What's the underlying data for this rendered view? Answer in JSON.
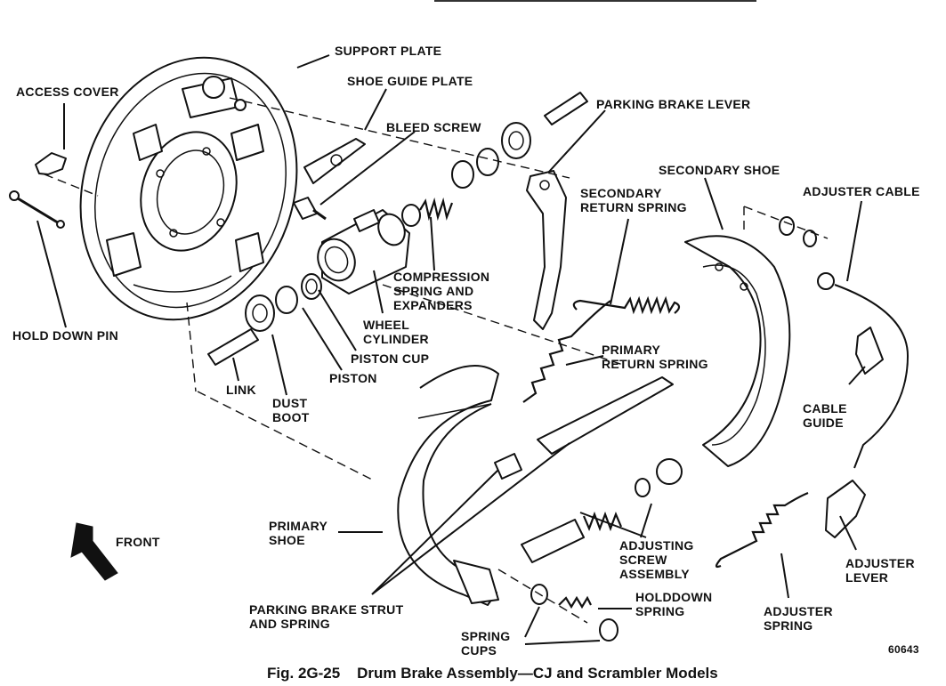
{
  "labels": {
    "support_plate": "SUPPORT PLATE",
    "access_cover": "ACCESS COVER",
    "shoe_guide_plate": "SHOE GUIDE PLATE",
    "bleed_screw": "BLEED SCREW",
    "parking_brake_lever": "PARKING BRAKE LEVER",
    "secondary_shoe": "SECONDARY SHOE",
    "adjuster_cable": "ADJUSTER CABLE",
    "secondary_return_spring": [
      "SECONDARY",
      "RETURN SPRING"
    ],
    "compression_spring": [
      "COMPRESSION",
      "SPRING AND",
      "EXPANDERS"
    ],
    "wheel_cylinder": [
      "WHEEL",
      "CYLINDER"
    ],
    "primary_return_spring": [
      "PRIMARY",
      "RETURN SPRING"
    ],
    "hold_down_pin": "HOLD DOWN PIN",
    "piston_cup": "PISTON CUP",
    "piston": "PISTON",
    "link": "LINK",
    "dust_boot": [
      "DUST",
      "BOOT"
    ],
    "cable_guide": [
      "CABLE",
      "GUIDE"
    ],
    "front": "FRONT",
    "primary_shoe": [
      "PRIMARY",
      "SHOE"
    ],
    "adjusting_screw": [
      "ADJUSTING",
      "SCREW",
      "ASSEMBLY"
    ],
    "adjuster_lever": [
      "ADJUSTER",
      "LEVER"
    ],
    "holddown_spring": [
      "HOLDDOWN",
      "SPRING"
    ],
    "parking_brake_strut": [
      "PARKING BRAKE STRUT",
      "AND SPRING"
    ],
    "adjuster_spring": [
      "ADJUSTER",
      "SPRING"
    ],
    "spring_cups": [
      "SPRING",
      "CUPS"
    ]
  },
  "figure_number": "60643",
  "caption": "Fig. 2G-25    Drum Brake Assembly—CJ and Scrambler Models"
}
